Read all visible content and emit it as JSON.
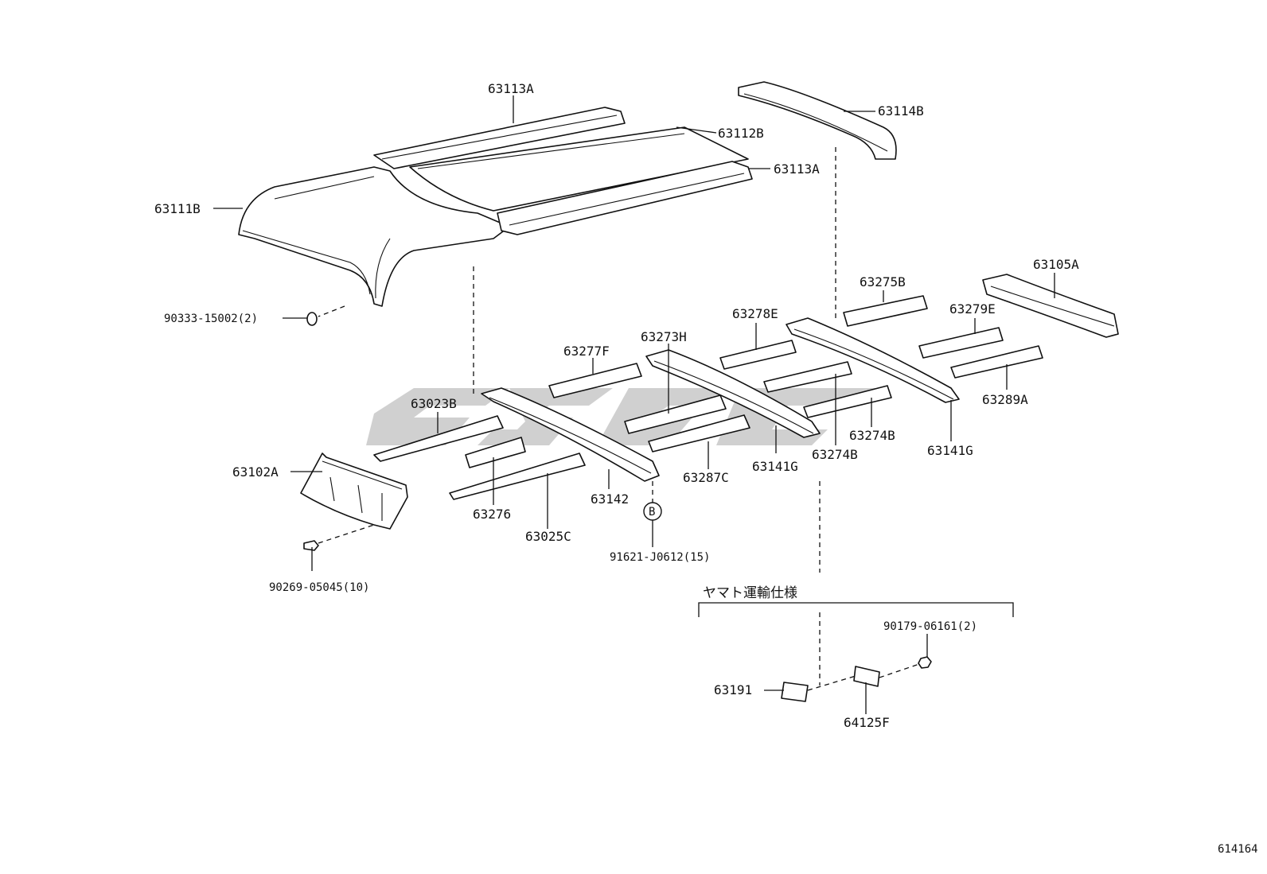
{
  "labels": {
    "p63113A_top": "63113A",
    "p63114B": "63114B",
    "p63112B": "63112B",
    "p63113A_right": "63113A",
    "p63111B": "63111B",
    "p90333": "90333-15002(2)",
    "p63105A": "63105A",
    "p63275B": "63275B",
    "p63278E": "63278E",
    "p63279E": "63279E",
    "p63273H": "63273H",
    "p63277F": "63277F",
    "p63289A": "63289A",
    "p63023B": "63023B",
    "p63274B_a": "63274B",
    "p63274B_b": "63274B",
    "p63141G_a": "63141G",
    "p63141G_b": "63141G",
    "p63102A": "63102A",
    "p63287C": "63287C",
    "p63142": "63142",
    "p63276": "63276",
    "p63025C": "63025C",
    "ref_B": "B",
    "p91621": "91621-J0612(15)",
    "p90269": "90269-05045(10)",
    "spec_title": "ヤマト運輸仕様",
    "p90179": "90179-06161(2)",
    "p63191": "63191",
    "p64125F": "64125F",
    "diagram_id": "614164"
  }
}
